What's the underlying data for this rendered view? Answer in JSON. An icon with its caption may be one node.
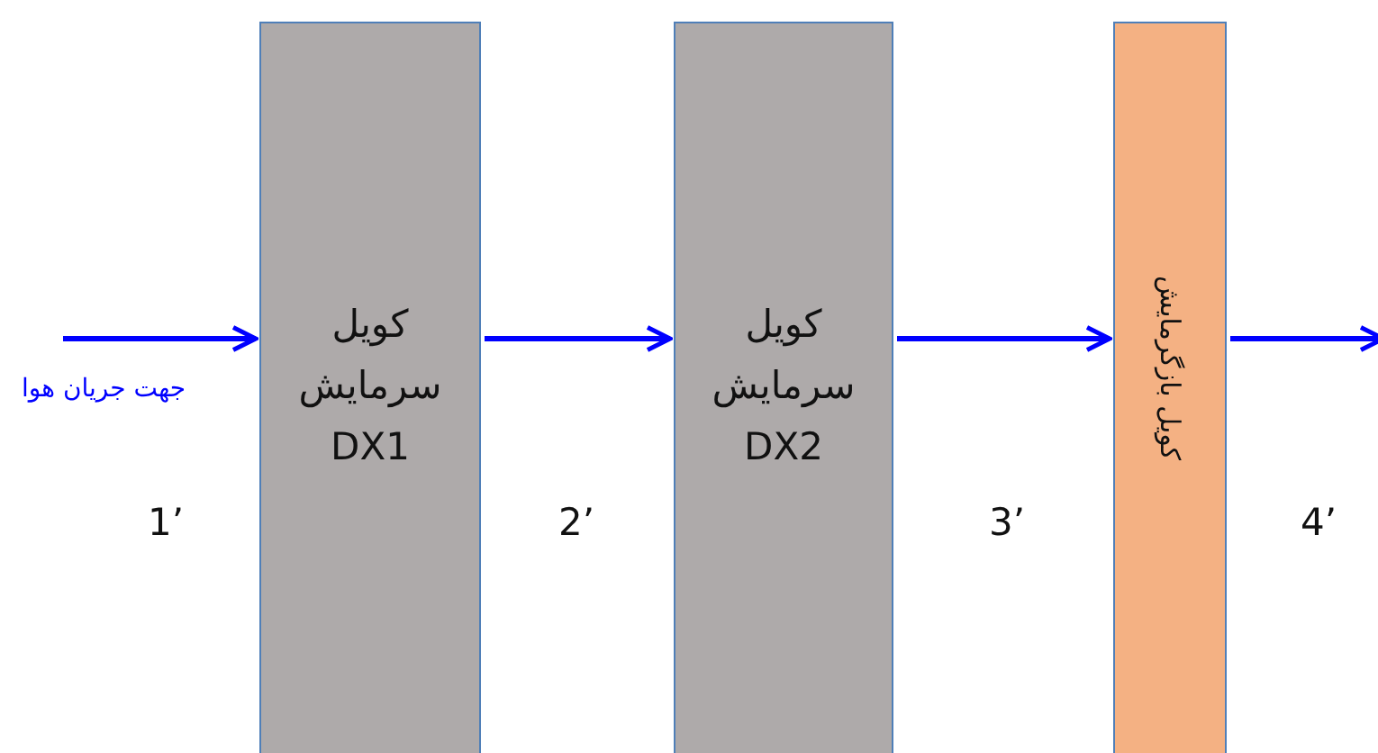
{
  "diagram": {
    "nodes": [
      {
        "text": [
          "کویل سرمایش DX1"
        ]
      },
      {
        "text": [
          "کویل سرمایش DX2"
        ]
      },
      {
        "text": [
          "کویل بازگرمایش"
        ]
      }
    ],
    "edges": [
      {
        "from": null,
        "to": 0,
        "arrow": "to",
        "label": "جهت جریان هوا",
        "color": "#0000ff"
      },
      {
        "from": 0,
        "to": 1,
        "arrow": "to",
        "color": "#0000ff"
      },
      {
        "from": 1,
        "to": 2,
        "arrow": "to",
        "color": "#0000ff"
      },
      {
        "from": 2,
        "to": null,
        "arrow": "to",
        "color": "#0000ff"
      }
    ],
    "labels": [
      "1’",
      "2’",
      "3’",
      "4’"
    ]
  }
}
